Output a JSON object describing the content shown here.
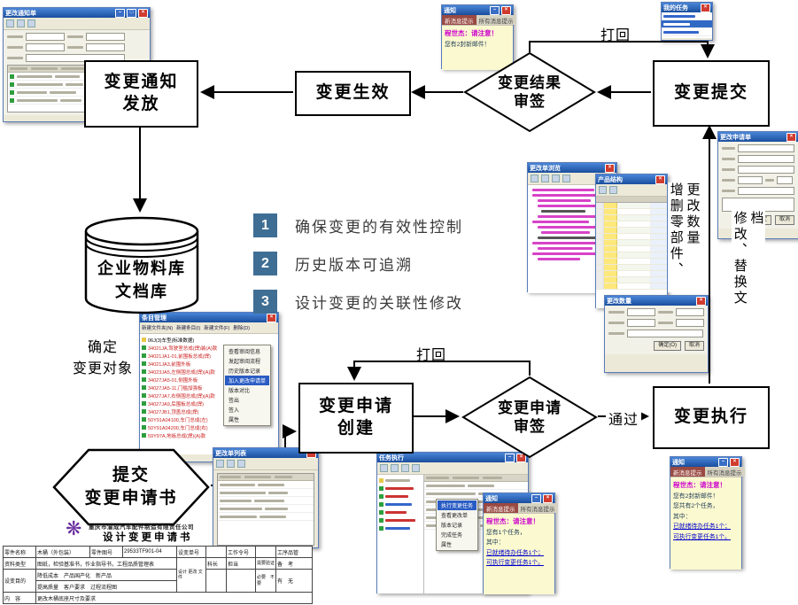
{
  "flow": {
    "notice_l1": "变更通知",
    "notice_l2": "发放",
    "effective": "变更生效",
    "result_review_l1": "变更结果",
    "result_review_l2": "审签",
    "submit": "变更提交",
    "create_l1": "变更申请",
    "create_l2": "创建",
    "request_review_l1": "变更申请",
    "request_review_l2": "审签",
    "execute": "变更执行",
    "hex_l1": "提交",
    "hex_l2": "变更申请书",
    "cyl_l1": "企业物料库",
    "cyl_l2": "文档库",
    "reject_top": "打回",
    "reject_bottom": "打回",
    "pass": "通过",
    "determine_l1": "确定",
    "determine_l2": "变更对象",
    "vertical_add": "增删零部件、更改数量",
    "vertical_modify": "修改、替换文档"
  },
  "points": [
    {
      "num": "1",
      "text": "确保变更的有效性控制"
    },
    {
      "num": "2",
      "text": "历史版本可追溯"
    },
    {
      "num": "3",
      "text": "设计变更的关联性修改"
    }
  ],
  "chrome": {
    "min": "–",
    "max": "□",
    "close": "×"
  },
  "windows": {
    "app_tl": {
      "title": "更改通知单"
    },
    "notify_top": {
      "title": "通知",
      "tab1": "新消息提示",
      "tab2": "所有消息提示",
      "alert": "程世杰：请注意！",
      "line1": "您有2封新邮件！"
    },
    "tasks_tr": {
      "title": "我的任务"
    },
    "form_right": {
      "title": "更改申请单",
      "ok": "确定",
      "cancel": "取消"
    },
    "editor": {
      "title": "更改单浏览"
    },
    "bom": {
      "title": "产品结构"
    },
    "dialog_qty": {
      "title": "更改数量",
      "ok": "确定(O)",
      "cancel": "取消"
    },
    "tree": {
      "title": "条目管理",
      "toolbar": [
        "新建文件夹(N)",
        "新建条目(I)",
        "新建文件(F)",
        "删除(D)"
      ],
      "root": "06J(3)车型(标准数据)",
      "items": [
        "34021JA,驾驶室总成(焊)装(A)款",
        "34021JA1-01,前围板总成(焊)",
        "34021JA3,前围外板",
        "34023JA5,左侧围总成(焊)(A)款",
        "34027JA5-01,侧围外板",
        "34027JA5-11,门槛加强板",
        "34027JA7,右侧围总成(焊)(A)款",
        "34027JA9,后围板总成(焊)",
        "34027JB1,顶盖总成(焊)",
        "50Y91A04100,车门总成(左)",
        "50Y91A04200,车门总成(右)",
        "59Y97A,地板总成(焊)(A)款"
      ],
      "menu": [
        "查看审阅信息",
        "发起审阅流程",
        "历史版本记录",
        "加入更改申请单",
        "版本对比",
        "签出",
        "签入",
        "属性"
      ]
    },
    "list_bl": {
      "title": "更改单列表"
    },
    "main_bc": {
      "title": "任务执行",
      "menu": [
        "执行变更任务",
        "查看更改单",
        "版本记录",
        "完成任务",
        "属性"
      ]
    },
    "notify_mid": {
      "title": "通知",
      "tab1": "新消息提示",
      "tab2": "所有消息提示",
      "alert": "程世杰：请注意！",
      "line1": "您有1个任务，",
      "line2": "其中：",
      "link1": "已就绪待办任务1个；",
      "link2": "可执行变更任务1个。"
    },
    "notify_br": {
      "title": "通知",
      "tab1": "新消息提示",
      "tab2": "所有消息提示",
      "alert": "程世杰：请注意！",
      "line1": "您有2封新邮件！",
      "line2": "您共有2个任务，",
      "line3": "其中：",
      "link1": "已就绪待办任务1个；",
      "link2": "可执行变更任务1个。"
    }
  },
  "paper": {
    "company": "重庆市渝成汽车配件制造有限责任公司",
    "title": "设计变更申请书",
    "r1": [
      "零件名称",
      "木桶（外包装）",
      "零件图号",
      "29533TF901-04",
      "设变单号",
      "",
      "工作令号",
      "",
      "工序品管"
    ],
    "r2": [
      "资料类型",
      "图纸，检验基准书，作业指导书，工程品质管理表",
      "设计 更改 文件",
      "科长",
      "担当",
      "需要验证",
      "备　考"
    ],
    "r3": [
      "设变目的",
      "降低成本　产品国产化　新产品",
      "必要　不要",
      "有　无"
    ],
    "r4": "提高质量　客户要求　过程流程图",
    "r5": [
      "内　容",
      "更改木桶底座尺寸及要求"
    ]
  }
}
